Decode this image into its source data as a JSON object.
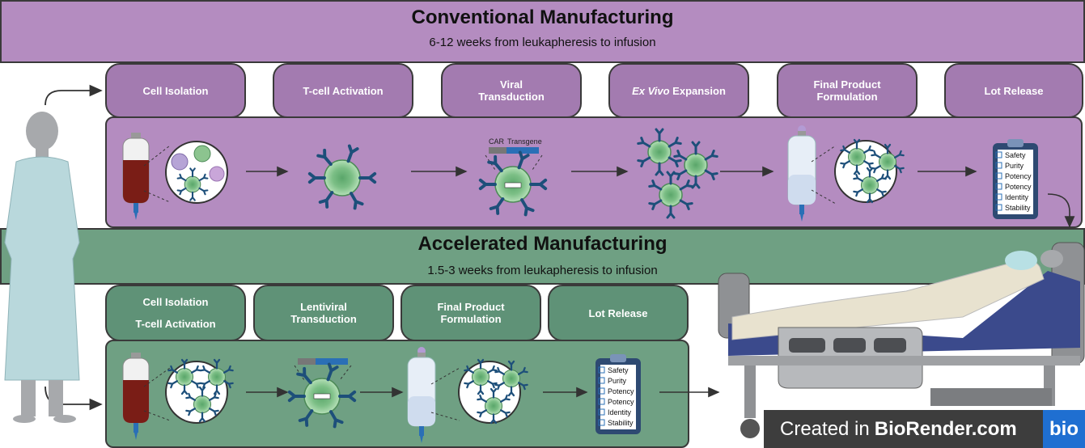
{
  "conventional": {
    "title": "Conventional Manufacturing",
    "subtitle": "6-12 weeks from leukapheresis to infusion",
    "steps": [
      "Cell Isolation",
      "T-cell Activation",
      "Viral\nTransduction",
      "Ex Vivo",
      " Expansion",
      "Final Product\nFormulation",
      "Lot Release"
    ],
    "transgene": {
      "car": "CAR",
      "transgene": "Transgene"
    }
  },
  "accelerated": {
    "title": "Accelerated Manufacturing",
    "subtitle": "1.5-3 weeks from leukapheresis to infusion",
    "step1_a": "Cell Isolation",
    "step1_b": "T-cell Activation",
    "steps": [
      "Lentiviral\nTransduction",
      "Final Product\nFormulation",
      "Lot Release"
    ]
  },
  "checklist": [
    "Safety",
    "Purity",
    "Potency",
    "Potency",
    "Identity",
    "Stability"
  ],
  "credit": {
    "text": "Created in",
    "brand": "BioRender.com",
    "logo": "bio"
  },
  "colors": {
    "purple": "#b48cc0",
    "green": "#6fa083",
    "cell_green": "#93c99a"
  }
}
